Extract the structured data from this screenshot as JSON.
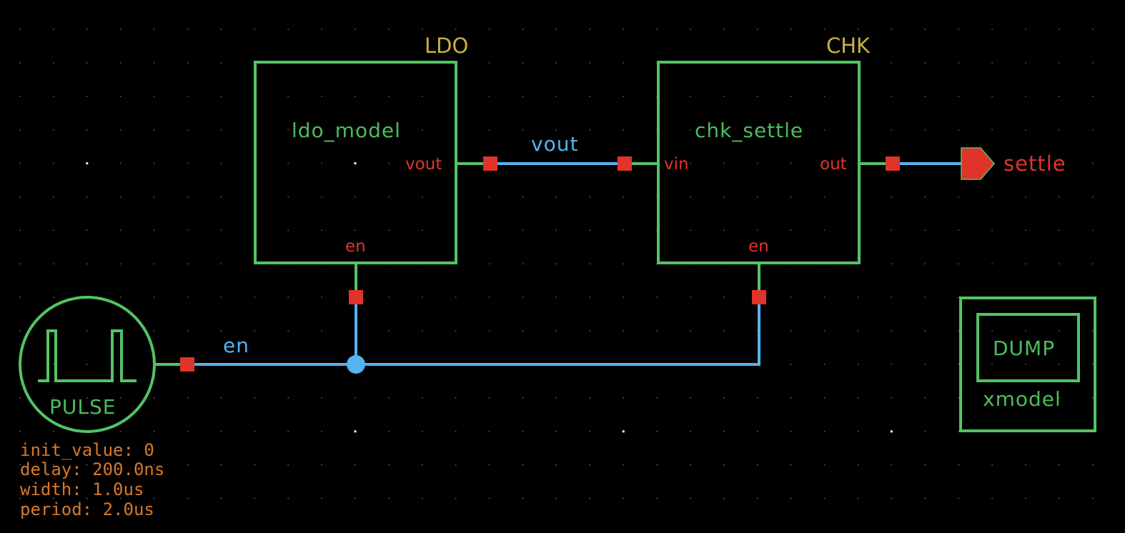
{
  "canvas": {
    "background": "#000000"
  },
  "colors": {
    "symbol": "#52c464",
    "wire": "#55b3ee",
    "pin": "#e0332a",
    "instance_name": "#c8b23a",
    "parameter": "#d8782a",
    "grid": "#6a6a6a",
    "grid_major": "#ffffff"
  },
  "instances": {
    "ldo": {
      "instance_name": "LDO",
      "cell_name": "ldo_model",
      "pins": {
        "out": "vout",
        "enable": "en"
      }
    },
    "chk": {
      "instance_name": "CHK",
      "cell_name": "chk_settle",
      "pins": {
        "in": "vin",
        "out": "out",
        "enable": "en"
      }
    },
    "pulse": {
      "cell_name": "PULSE",
      "icon": "pulse-waveform-icon",
      "params": [
        "init_value: 0",
        "delay: 200.0ns",
        "width: 1.0us",
        "period: 2.0us"
      ]
    },
    "dump": {
      "label": "DUMP",
      "library": "xmodel"
    }
  },
  "nets": {
    "vout": "vout",
    "en": "en"
  },
  "ports": {
    "settle": {
      "name": "settle",
      "direction": "output",
      "icon": "output-pin-icon"
    }
  }
}
